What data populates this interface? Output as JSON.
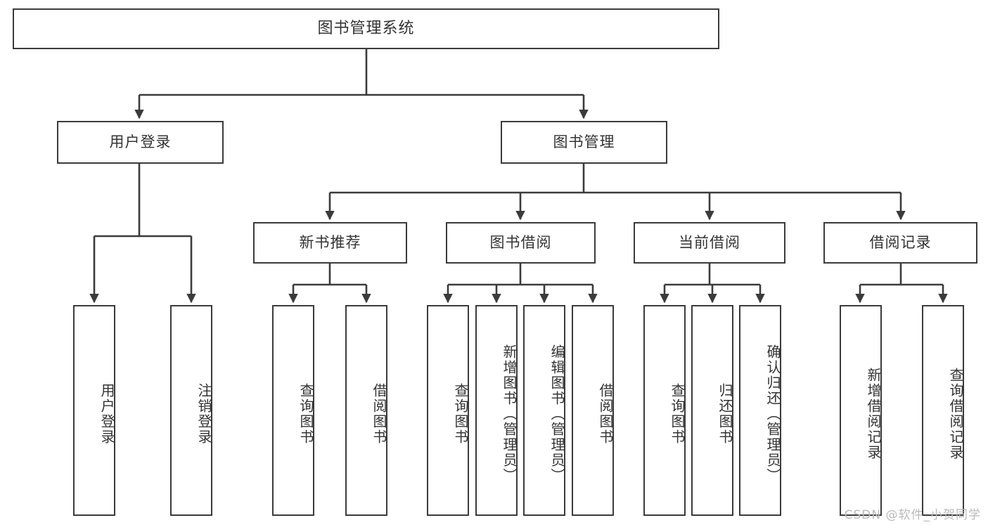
{
  "diagram": {
    "title": "图书管理系统",
    "type": "tree-hierarchy",
    "watermark": "CSDN @软件_小贺同学",
    "colors": {
      "stroke": "#3b3b3b",
      "text": "#333333",
      "background": "#ffffff",
      "watermark": "#b9b9b9"
    },
    "root": {
      "label": "图书管理系统"
    },
    "level1": [
      {
        "label": "用户登录"
      },
      {
        "label": "图书管理"
      }
    ],
    "level2": [
      {
        "label": "新书推荐"
      },
      {
        "label": "图书借阅"
      },
      {
        "label": "当前借阅"
      },
      {
        "label": "借阅记录"
      }
    ],
    "leaves": {
      "user_login": [
        {
          "label": "用户登录"
        },
        {
          "label": "注销登录"
        }
      ],
      "new_book_recommend": [
        {
          "label": "查询图书"
        },
        {
          "label": "借阅图书"
        }
      ],
      "book_borrow": [
        {
          "label": "查询图书"
        },
        {
          "label": "新增图书（管理员）"
        },
        {
          "label": "编辑图书（管理员）"
        },
        {
          "label": "借阅图书"
        }
      ],
      "current_borrow": [
        {
          "label": "查询图书"
        },
        {
          "label": "归还图书"
        },
        {
          "label": "确认归还（管理员）"
        }
      ],
      "borrow_record": [
        {
          "label": "新增借阅记录"
        },
        {
          "label": "查询借阅记录"
        }
      ]
    }
  }
}
